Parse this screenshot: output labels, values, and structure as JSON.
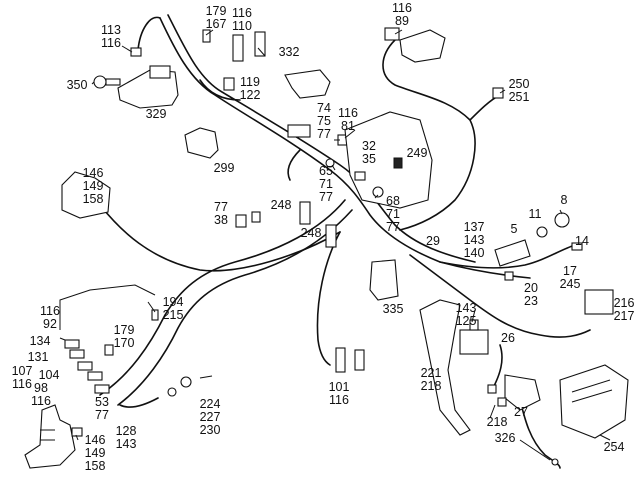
{
  "callouts": [
    {
      "id": "c-113-116",
      "text": "113\n116"
    },
    {
      "id": "c-179-167",
      "text": "179\n167"
    },
    {
      "id": "c-116-110",
      "text": "116\n110"
    },
    {
      "id": "c-332",
      "text": "332"
    },
    {
      "id": "c-116-89",
      "text": "116\n89"
    },
    {
      "id": "c-350",
      "text": "350"
    },
    {
      "id": "c-119-122",
      "text": "119\n122"
    },
    {
      "id": "c-250-251",
      "text": "250\n251"
    },
    {
      "id": "c-329",
      "text": "329"
    },
    {
      "id": "c-74-75-77",
      "text": "74\n75\n77"
    },
    {
      "id": "c-116-81",
      "text": "116\n81"
    },
    {
      "id": "c-299",
      "text": "299"
    },
    {
      "id": "c-32-35",
      "text": "32\n35"
    },
    {
      "id": "c-249",
      "text": "249"
    },
    {
      "id": "c-65-71-77",
      "text": "65\n71\n77"
    },
    {
      "id": "c-146-149-158-top",
      "text": "146\n149\n158"
    },
    {
      "id": "c-68-71-77",
      "text": "68\n71\n77"
    },
    {
      "id": "c-8",
      "text": "8"
    },
    {
      "id": "c-11",
      "text": "11"
    },
    {
      "id": "c-5",
      "text": "5"
    },
    {
      "id": "c-77-38",
      "text": "77\n38"
    },
    {
      "id": "c-248-a",
      "text": "248"
    },
    {
      "id": "c-137-143-140",
      "text": "137\n143\n140"
    },
    {
      "id": "c-14",
      "text": "14"
    },
    {
      "id": "c-248-b",
      "text": "248"
    },
    {
      "id": "c-29",
      "text": "29"
    },
    {
      "id": "c-17-245",
      "text": "17\n245"
    },
    {
      "id": "c-20-23",
      "text": "20\n23"
    },
    {
      "id": "c-194-215",
      "text": "194\n215"
    },
    {
      "id": "c-116-92",
      "text": "116\n92"
    },
    {
      "id": "c-335",
      "text": "335"
    },
    {
      "id": "c-216-217",
      "text": "216\n217"
    },
    {
      "id": "c-143-125",
      "text": "143\n125"
    },
    {
      "id": "c-134",
      "text": "134"
    },
    {
      "id": "c-179-170",
      "text": "179\n170"
    },
    {
      "id": "c-26",
      "text": "26"
    },
    {
      "id": "c-131",
      "text": "131"
    },
    {
      "id": "c-107-116",
      "text": "107\n116"
    },
    {
      "id": "c-104",
      "text": "104"
    },
    {
      "id": "c-98-116",
      "text": "98\n116"
    },
    {
      "id": "c-221-218",
      "text": "221\n218"
    },
    {
      "id": "c-101-116",
      "text": "101\n116"
    },
    {
      "id": "c-53-77",
      "text": "53\n77"
    },
    {
      "id": "c-224-227-230",
      "text": "224\n227\n230"
    },
    {
      "id": "c-218",
      "text": "218"
    },
    {
      "id": "c-27",
      "text": "27"
    },
    {
      "id": "c-128-143",
      "text": "128\n143"
    },
    {
      "id": "c-146-149-158-bottom",
      "text": "146\n149\n158"
    },
    {
      "id": "c-326",
      "text": "326"
    },
    {
      "id": "c-254",
      "text": "254"
    }
  ]
}
